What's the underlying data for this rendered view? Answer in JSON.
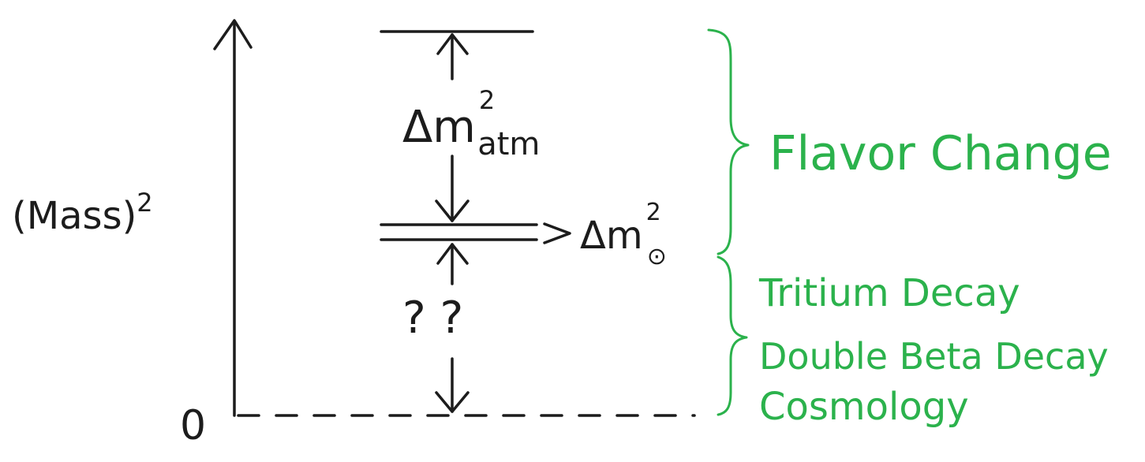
{
  "y_axis": {
    "label_main": "(Mass)",
    "label_sup": "2",
    "zero_label": "0"
  },
  "levels": {
    "atm": {
      "symbol": "Δm",
      "sup": "2",
      "sub": "atm"
    },
    "sol": {
      "symbol": "Δm",
      "sup": "2",
      "sub": "⊙"
    },
    "unknown_label": "? ?"
  },
  "brackets": {
    "upper_label": "Flavor Change",
    "lower_labels": [
      "Tritium Decay",
      "Double Beta Decay",
      "Cosmology"
    ]
  },
  "colors": {
    "ink": "#1c1c1c",
    "green": "#2bb24c"
  }
}
